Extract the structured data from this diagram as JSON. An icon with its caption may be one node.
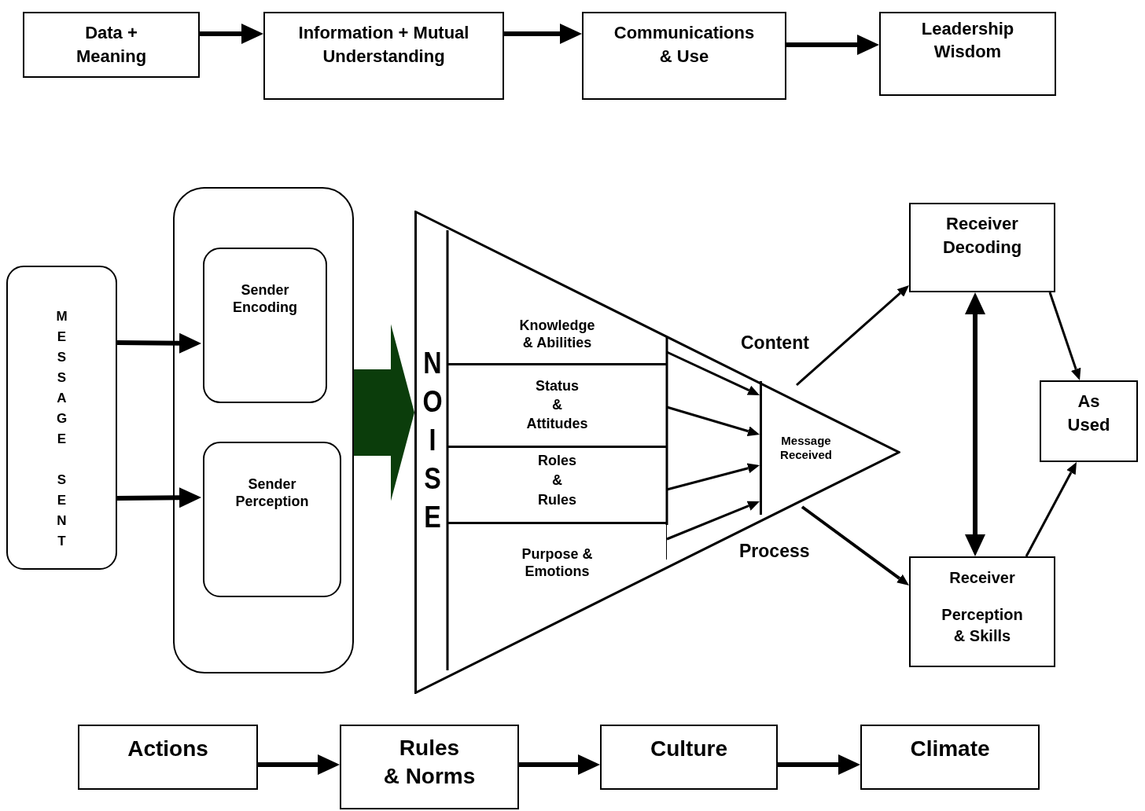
{
  "diagram": {
    "nodes": [
      {
        "text": [
          "Data + Meaning"
        ]
      },
      {
        "text": [
          "Information + Mutual Understanding"
        ]
      },
      {
        "text": [
          "Communications & Use"
        ]
      },
      {
        "text": [
          "Leadership Wisdom"
        ]
      },
      {
        "text": [
          "MESSAGE SENT"
        ]
      },
      {
        "text": [],
        "shape": "box"
      },
      {
        "text": [
          "Sender Encoding"
        ],
        "in": 5
      },
      {
        "text": [
          "Sender Perception"
        ],
        "in": 5
      },
      {
        "text": [
          "NOISE"
        ]
      },
      {
        "text": [
          "Knowledge & Abilities"
        ],
        "in": 8
      },
      {
        "text": [
          "Status & Attitudes"
        ],
        "in": 8
      },
      {
        "text": [
          "Roles & Rules"
        ],
        "in": 8
      },
      {
        "text": [
          "Purpose & Emotions"
        ],
        "in": 8
      },
      {
        "text": [
          "Message Received"
        ],
        "in": 8
      },
      {
        "text": [
          "Receiver Decoding"
        ]
      },
      {
        "text": [
          "As Used"
        ]
      },
      {
        "text": [
          "Receiver",
          "Perception & Skills"
        ]
      },
      {
        "text": [
          "Actions"
        ]
      },
      {
        "text": [
          "Rules & Norms"
        ]
      },
      {
        "text": [
          "Culture"
        ]
      },
      {
        "text": [
          "Climate"
        ]
      }
    ],
    "edges": [
      {
        "from": 0,
        "to": 1,
        "arrow": "to"
      },
      {
        "from": 1,
        "to": 2,
        "arrow": "to"
      },
      {
        "from": 2,
        "to": 3,
        "arrow": "to"
      },
      {
        "from": 4,
        "to": 6,
        "arrow": "to"
      },
      {
        "from": 4,
        "to": 7,
        "arrow": "to"
      },
      {
        "from": 5,
        "to": 8,
        "arrow": "to",
        "style": "thick",
        "color": "#0b3d0b"
      },
      {
        "from": 9,
        "to": 13,
        "arrow": "to"
      },
      {
        "from": 10,
        "to": 13,
        "arrow": "to"
      },
      {
        "from": 11,
        "to": 13,
        "arrow": "to"
      },
      {
        "from": 12,
        "to": 13,
        "arrow": "to"
      },
      {
        "from": 13,
        "to": 14,
        "arrow": "to",
        "label": "Content"
      },
      {
        "from": 13,
        "to": 16,
        "arrow": "to",
        "label": "Process"
      },
      {
        "from": 14,
        "to": 16,
        "arrow": "both"
      },
      {
        "from": 14,
        "to": 15,
        "arrow": "to"
      },
      {
        "from": 16,
        "to": 15,
        "arrow": "to"
      },
      {
        "from": 17,
        "to": 18,
        "arrow": "to"
      },
      {
        "from": 18,
        "to": 19,
        "arrow": "to"
      },
      {
        "from": 19,
        "to": 20,
        "arrow": "to"
      }
    ]
  }
}
